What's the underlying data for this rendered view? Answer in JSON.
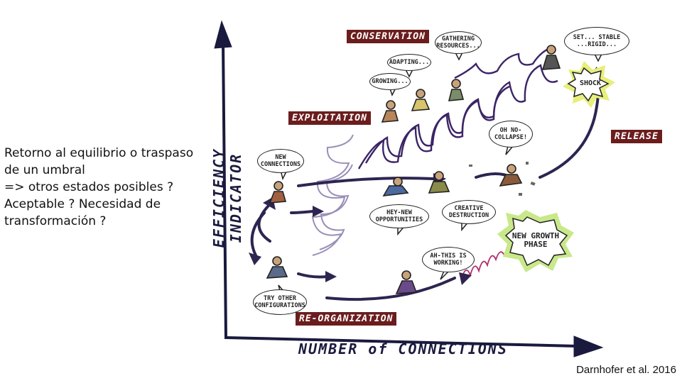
{
  "side_text": {
    "lines": [
      "Retorno al equilibrio o traspaso",
      "de un umbral",
      "=> otros estados posibles ?",
      "Aceptable ? Necesidad de",
      "transformación ?"
    ]
  },
  "citation": "Darnhofer et al. 2016",
  "axes": {
    "x_label": "NUMBER of CONNECTIONS",
    "y_label": "EFFICIENCY INDICATOR"
  },
  "phases": {
    "conservation": "CONSERVATION",
    "exploitation": "EXPLOITATION",
    "release": "RELEASE",
    "reorganization": "RE-ORGANIZATION"
  },
  "bubbles": {
    "gathering": "GATHERING RESOURCES...",
    "adapting": "ADAPTING...",
    "growing": "GROWING...",
    "set_stable": "SET... STABLE ...RIGID...",
    "shock": "SHOCK",
    "new_connections": "NEW CONNECTIONS",
    "oh_no": "OH NO- COLLAPSE!",
    "hey_new": "HEY-NEW OPPORTUNITIES",
    "creative": "CREATIVE DESTRUCTION",
    "new_growth": "NEW GROWTH PHASE",
    "ah_this": "AH-THIS IS WORKING!",
    "try_other": "TRY OTHER CONFIGURATIONS"
  },
  "colors": {
    "axis": "#1a1a3e",
    "loop": "#2d2550",
    "tag_bg": "#6b1d1d",
    "scribble_dark": "#3b2466",
    "scribble_light": "#9a8fb8",
    "shock_glow": "#e6ef7a",
    "growth_glow": "#c9e88a",
    "scribble_pink": "#b0306a"
  }
}
